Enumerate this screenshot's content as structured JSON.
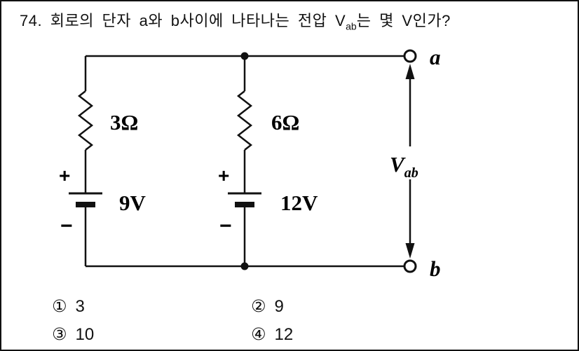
{
  "question": {
    "number": "74.",
    "text_before": "회로의 단자 a와 b사이에 나타나는 전압 V",
    "v_subscript": "ab",
    "text_after": "는 몇 V인가?"
  },
  "circuit": {
    "resistor_left": "3Ω",
    "resistor_right": "6Ω",
    "battery_left": "9V",
    "battery_right": "12V",
    "plus": "+",
    "minus": "−",
    "terminal_a": "a",
    "terminal_b": "b",
    "vab_symbol": "V",
    "vab_subscript": "ab"
  },
  "choices": [
    {
      "marker": "①",
      "value": "3"
    },
    {
      "marker": "②",
      "value": "9"
    },
    {
      "marker": "③",
      "value": "10"
    },
    {
      "marker": "④",
      "value": "12"
    }
  ],
  "colors": {
    "ink": "#111111",
    "paper": "#ffffff"
  }
}
